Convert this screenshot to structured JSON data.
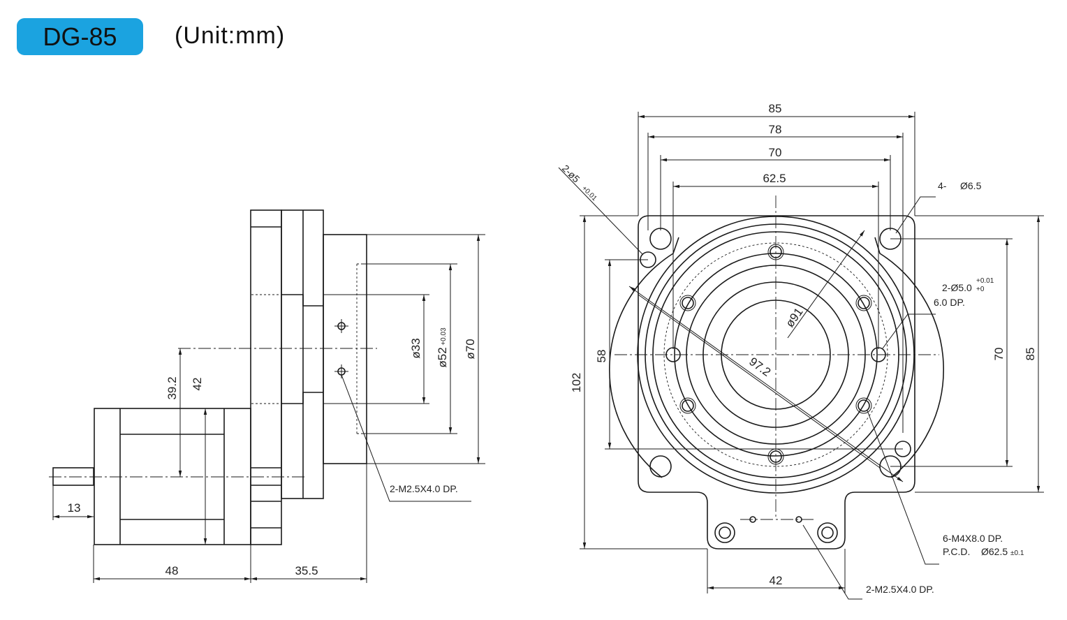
{
  "header": {
    "model": "DG-85",
    "unit": "(Unit:mm)"
  },
  "side_view": {
    "dim_39_2": "39.2",
    "dim_42": "42",
    "dim_13": "13",
    "dim_48": "48",
    "dim_35_5": "35.5",
    "dim_d33": "ø33",
    "dim_d52": "ø52",
    "dim_d52_tol": "+0.03",
    "dim_d70": "ø70",
    "note_m25": "2-M2.5X4.0 DP."
  },
  "front_view": {
    "dim_85_top": "85",
    "dim_78": "78",
    "dim_70_top": "70",
    "dim_62_5": "62.5",
    "dim_102": "102",
    "dim_58": "58",
    "dim_70_right": "70",
    "dim_85_right": "85",
    "dim_42_bottom": "42",
    "dim_d91": "ø91",
    "dim_97_2": "97.2",
    "note_pin_left": "2-ø5",
    "note_pin_left_tol": "+0.01",
    "note_4holes_prefix": "4-",
    "note_4holes_value": "Ø6.5",
    "note_pin_right_prefix": "2-Ø5.0",
    "note_pin_right_tol_up": "+0.01",
    "note_pin_right_tol_down": "+0",
    "note_pin_right_depth": "6.0   DP.",
    "note_m4_line1": "6-M4X8.0 DP.",
    "note_m4_line2_prefix": "P.C.D.",
    "note_m4_line2_value": "Ø62.5",
    "note_m4_line2_tol": "±0.1",
    "note_m25_bottom": "2-M2.5X4.0 DP."
  },
  "colors": {
    "badge": "#1ba3e0",
    "line": "#1a1a1a"
  }
}
